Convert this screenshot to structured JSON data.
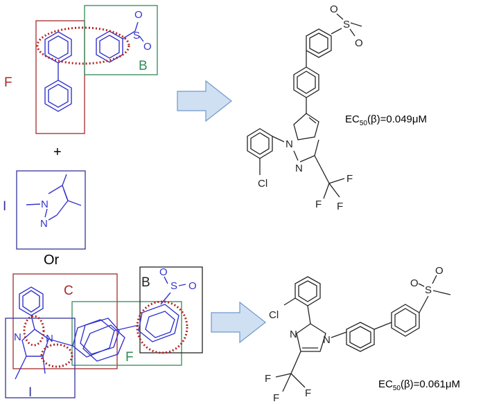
{
  "labels": {
    "F_top": "F",
    "B_top": "B",
    "plus": "+",
    "I_left": "I",
    "or": "Or",
    "C_bottom": "C",
    "B_bottom": "B",
    "F_bottom": "F",
    "I_bottom": "I"
  },
  "ec50_top": {
    "prefix": "EC",
    "sub": "50",
    "rest": "(β)=0.049μM"
  },
  "ec50_bottom": {
    "prefix": "EC",
    "sub": "50",
    "rest": "(β)=0.061μM"
  },
  "atoms": {
    "O": "O",
    "S": "S",
    "N": "N",
    "Cl": "Cl",
    "F": "F"
  },
  "colors": {
    "red_box": "#a52a2a",
    "green_box": "#2e8b57",
    "blue_box": "#333399",
    "black_box": "#222222",
    "molecule_blue": "#3333cc",
    "molecule_black": "#222222",
    "dotted_red": "#b22222",
    "arrow_fill": "#cfe0f3",
    "arrow_stroke": "#6f97c8"
  }
}
